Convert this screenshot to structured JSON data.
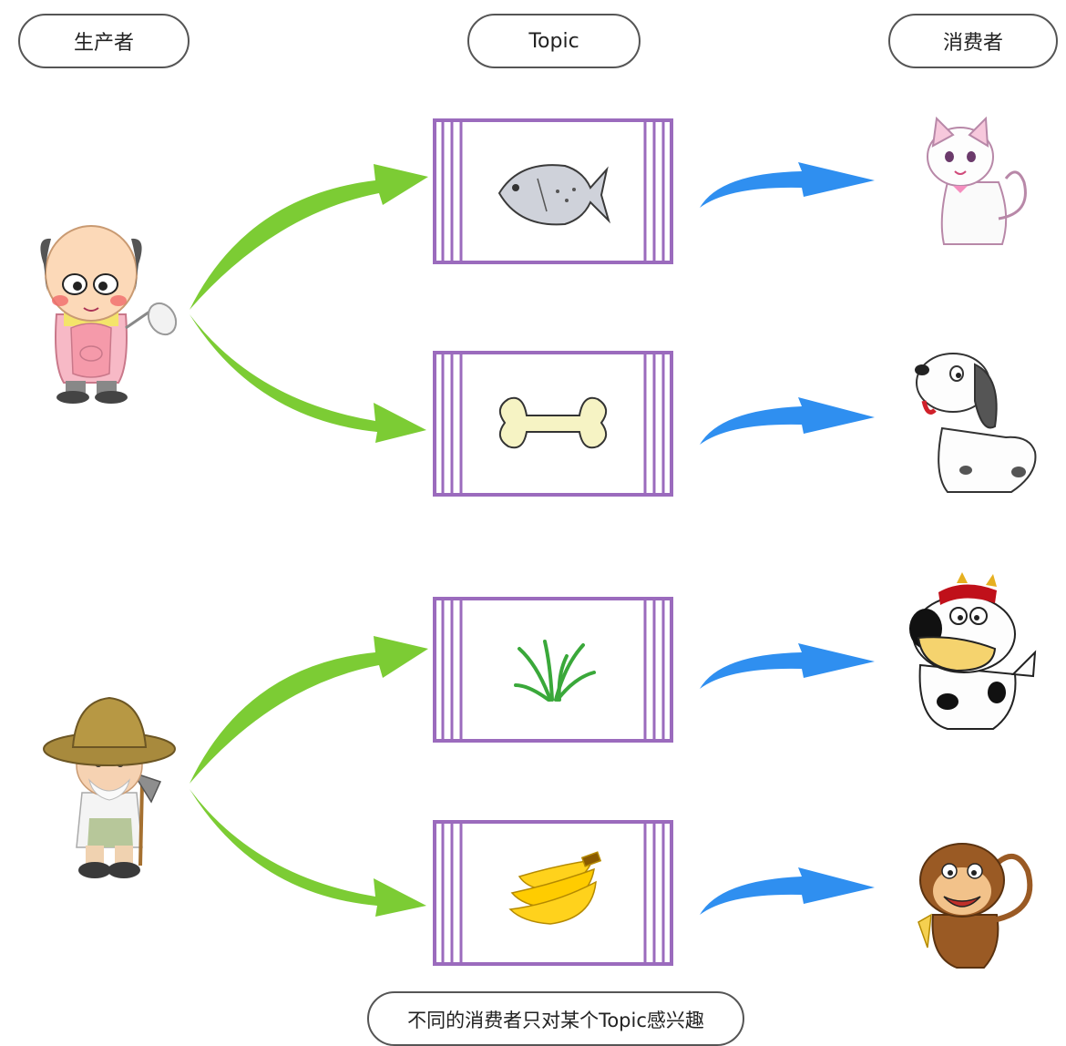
{
  "headers": {
    "producer": "生产者",
    "topic": "Topic",
    "consumer": "消费者"
  },
  "caption": "不同的消费者只对某个Topic感兴趣",
  "producers": [
    {
      "name": "grandpa-chef",
      "icon": "old-man-with-ladle"
    },
    {
      "name": "farmer",
      "icon": "old-farmer-with-hoe"
    }
  ],
  "topics": [
    {
      "icon": "fish"
    },
    {
      "icon": "bone"
    },
    {
      "icon": "grass"
    },
    {
      "icon": "banana"
    }
  ],
  "consumers": [
    {
      "icon": "cat"
    },
    {
      "icon": "dog"
    },
    {
      "icon": "cow"
    },
    {
      "icon": "monkey"
    }
  ],
  "colors": {
    "topic_border": "#9b6bbd",
    "producer_arrow": "#7ccc34",
    "consumer_arrow": "#2f8ff0"
  }
}
